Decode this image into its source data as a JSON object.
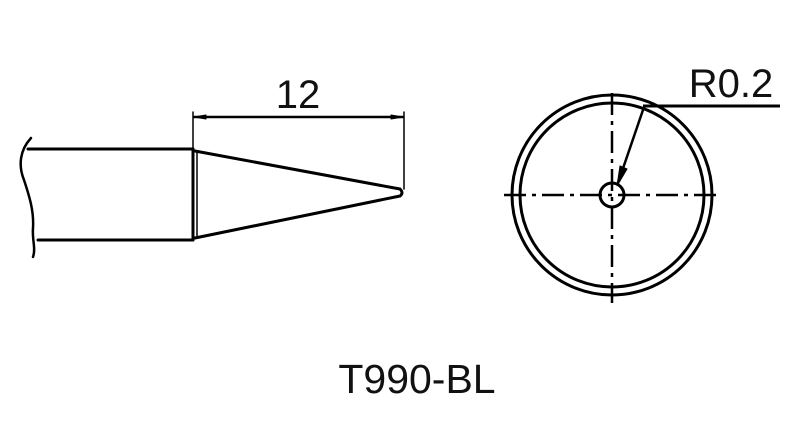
{
  "drawing": {
    "title": "T990-BL",
    "dimension_length": "12",
    "radius_callout": "R0.2",
    "line_color": "#000000",
    "text_color": "#111111",
    "background": "#ffffff"
  },
  "views": [
    {
      "name": "side-view",
      "description": "conical soldering tip profile with length dimension"
    },
    {
      "name": "end-view",
      "description": "front view circle with centerlines and tip radius callout"
    }
  ]
}
